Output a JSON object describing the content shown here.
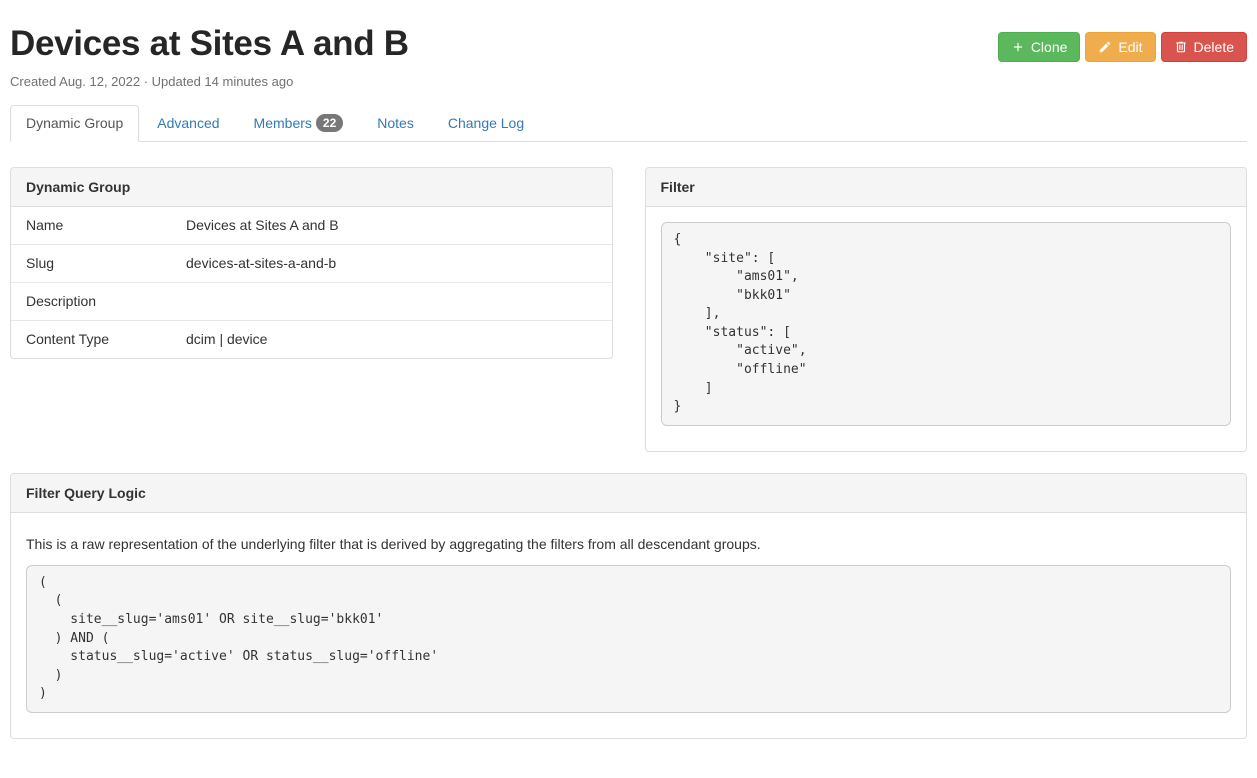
{
  "page": {
    "title": "Devices at Sites A and B",
    "meta": "Created Aug. 12, 2022 · Updated 14 minutes ago"
  },
  "actions": {
    "clone_label": "Clone",
    "edit_label": "Edit",
    "delete_label": "Delete"
  },
  "tabs": [
    {
      "label": "Dynamic Group",
      "active": true
    },
    {
      "label": "Advanced",
      "active": false
    },
    {
      "label": "Members",
      "badge": "22",
      "active": false
    },
    {
      "label": "Notes",
      "active": false
    },
    {
      "label": "Change Log",
      "active": false
    }
  ],
  "dynamic_group_panel": {
    "title": "Dynamic Group",
    "rows": [
      {
        "label": "Name",
        "value": "Devices at Sites A and B"
      },
      {
        "label": "Slug",
        "value": "devices-at-sites-a-and-b"
      },
      {
        "label": "Description",
        "value": ""
      },
      {
        "label": "Content Type",
        "value": "dcim | device"
      }
    ]
  },
  "filter_panel": {
    "title": "Filter",
    "code": "{\n    \"site\": [\n        \"ams01\",\n        \"bkk01\"\n    ],\n    \"status\": [\n        \"active\",\n        \"offline\"\n    ]\n}"
  },
  "filter_query_logic_panel": {
    "title": "Filter Query Logic",
    "description": "This is a raw representation of the underlying filter that is derived by aggregating the filters from all descendant groups.",
    "code": "(\n  (\n    site__slug='ams01' OR site__slug='bkk01'\n  ) AND (\n    status__slug='active' OR status__slug='offline'\n  )\n)"
  },
  "colors": {
    "clone_button": "#5cb85c",
    "edit_button": "#f0ad4e",
    "delete_button": "#d9534f",
    "tab_link": "#337ab7",
    "badge_bg": "#777777",
    "panel_heading_bg": "#f5f5f5",
    "panel_border": "#dddddd",
    "code_bg": "#f5f5f5"
  }
}
